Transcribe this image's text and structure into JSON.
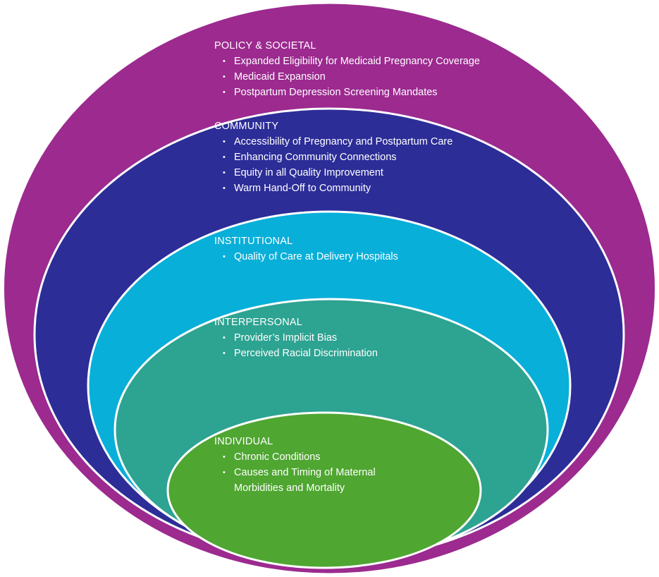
{
  "colors": {
    "policy": "#9c2a8f",
    "community": "#2c2d97",
    "institutional": "#08afd9",
    "interpersonal": "#2da392",
    "individual": "#4fa631",
    "outline": "#ffffff",
    "text": "#ffffff"
  },
  "levels": {
    "policy": {
      "title": "POLICY & SOCIETAL",
      "items": [
        "Expanded Eligibility for Medicaid Pregnancy Coverage",
        "Medicaid Expansion",
        "Postpartum Depression Screening Mandates"
      ]
    },
    "community": {
      "title": "COMMUNITY",
      "items": [
        "Accessibility of Pregnancy and Postpartum Care",
        "Enhancing Community Connections",
        "Equity in all Quality Improvement",
        "Warm Hand-Off to Community"
      ]
    },
    "institutional": {
      "title": "INSTITUTIONAL",
      "items": [
        "Quality of Care at Delivery Hospitals"
      ]
    },
    "interpersonal": {
      "title": "INTERPERSONAL",
      "items": [
        "Provider’s Implicit Bias",
        "Perceived Racial Discrimination"
      ]
    },
    "individual": {
      "title": "INDIVIDUAL",
      "items": [
        "Chronic Conditions",
        "Causes and Timing of Maternal Morbidities and Mortality"
      ]
    }
  }
}
